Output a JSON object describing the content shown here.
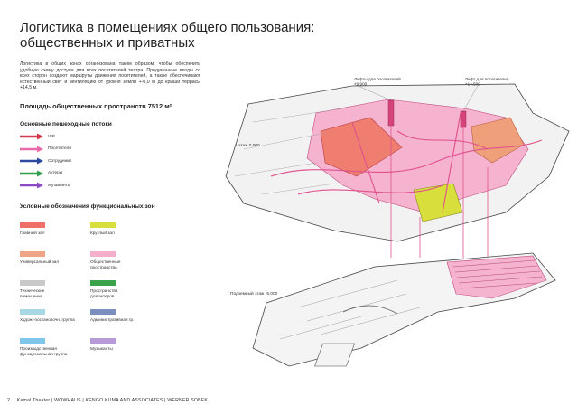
{
  "title_line1": "Логистика в помещениях общего пользования:",
  "title_line2": "общественных и приватных",
  "intro": "Логистика в общих зонах организована таким образом, чтобы обеспечить удобную схему доступа для всех посетителей театра. Продуманные входы со всех сторон создают маршруты движения посетителей, а также обеспечивают естественный свет и вентиляцию от уровня земли +-0,0 м до крыши террасы +14,5 м.",
  "area_label": "Площадь общественных пространств 7512 м²",
  "flows": {
    "heading": "Основные пешеходные потоки",
    "items": [
      {
        "label": "VIP",
        "color": "#d23a4a"
      },
      {
        "label": "Посетители",
        "color": "#e86aa8"
      },
      {
        "label": "Сотрудники",
        "color": "#2a4aa0"
      },
      {
        "label": "Актеры",
        "color": "#2e9e4a"
      },
      {
        "label": "Музыканты",
        "color": "#8a4ac8"
      }
    ]
  },
  "zones": {
    "heading": "Условные обозначения функциональных зон",
    "items": [
      {
        "label": "Главный зал",
        "color": "#ef6f6a"
      },
      {
        "label": "Круглый зал",
        "color": "#d8df3c"
      },
      {
        "label": "Универсальный зал",
        "color": "#efa585"
      },
      {
        "label": "Общественные\nпространства",
        "color": "#f4afcc"
      },
      {
        "label": "Технические\nпомещения",
        "color": "#c9c9c9"
      },
      {
        "label": "Пространства\nдля актеров",
        "color": "#3aa24a"
      },
      {
        "label": "Худож.-постановочн. группа",
        "color": "#a8d8e4"
      },
      {
        "label": "Административная гр.",
        "color": "#7b8fbf"
      },
      {
        "label": "Производственная\nфункциональная группа",
        "color": "#7fc7ea"
      },
      {
        "label": "Музыканты",
        "color": "#b79ad8"
      }
    ]
  },
  "plan": {
    "lift1": "Лифты для посетителей\n+9.900",
    "lift2": "Лифт для посетителей\n+14.500",
    "floor1": "1 этаж 0.000",
    "basement": "Подземный этаж -5.000"
  },
  "footer": {
    "page": "2",
    "credits": "Kamal Theater | WOWHAUS | KENGO KUMA AND ASSOCIATES | WERNER SOBEK"
  }
}
